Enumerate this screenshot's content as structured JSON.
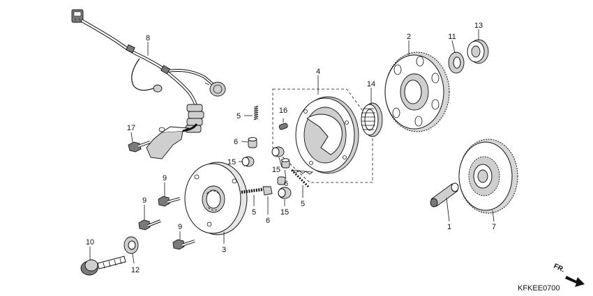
{
  "diagram_code": "KFKEE0700",
  "front_marker": "FR.",
  "callouts": [
    {
      "id": "c1",
      "label": "1"
    },
    {
      "id": "c2",
      "label": "2"
    },
    {
      "id": "c3",
      "label": "3"
    },
    {
      "id": "c4",
      "label": "4"
    },
    {
      "id": "c5a",
      "label": "5"
    },
    {
      "id": "c5b",
      "label": "5"
    },
    {
      "id": "c5c",
      "label": "5"
    },
    {
      "id": "c6a",
      "label": "6"
    },
    {
      "id": "c6b",
      "label": "6"
    },
    {
      "id": "c6c",
      "label": "6"
    },
    {
      "id": "c7",
      "label": "7"
    },
    {
      "id": "c8",
      "label": "8"
    },
    {
      "id": "c9a",
      "label": "9"
    },
    {
      "id": "c9b",
      "label": "9"
    },
    {
      "id": "c9c",
      "label": "9"
    },
    {
      "id": "c10",
      "label": "10"
    },
    {
      "id": "c11",
      "label": "11"
    },
    {
      "id": "c12",
      "label": "12"
    },
    {
      "id": "c13",
      "label": "13"
    },
    {
      "id": "c14",
      "label": "14"
    },
    {
      "id": "c15a",
      "label": "15"
    },
    {
      "id": "c15b",
      "label": "15"
    },
    {
      "id": "c15c",
      "label": "15"
    },
    {
      "id": "c16",
      "label": "16"
    },
    {
      "id": "c17",
      "label": "17"
    }
  ]
}
